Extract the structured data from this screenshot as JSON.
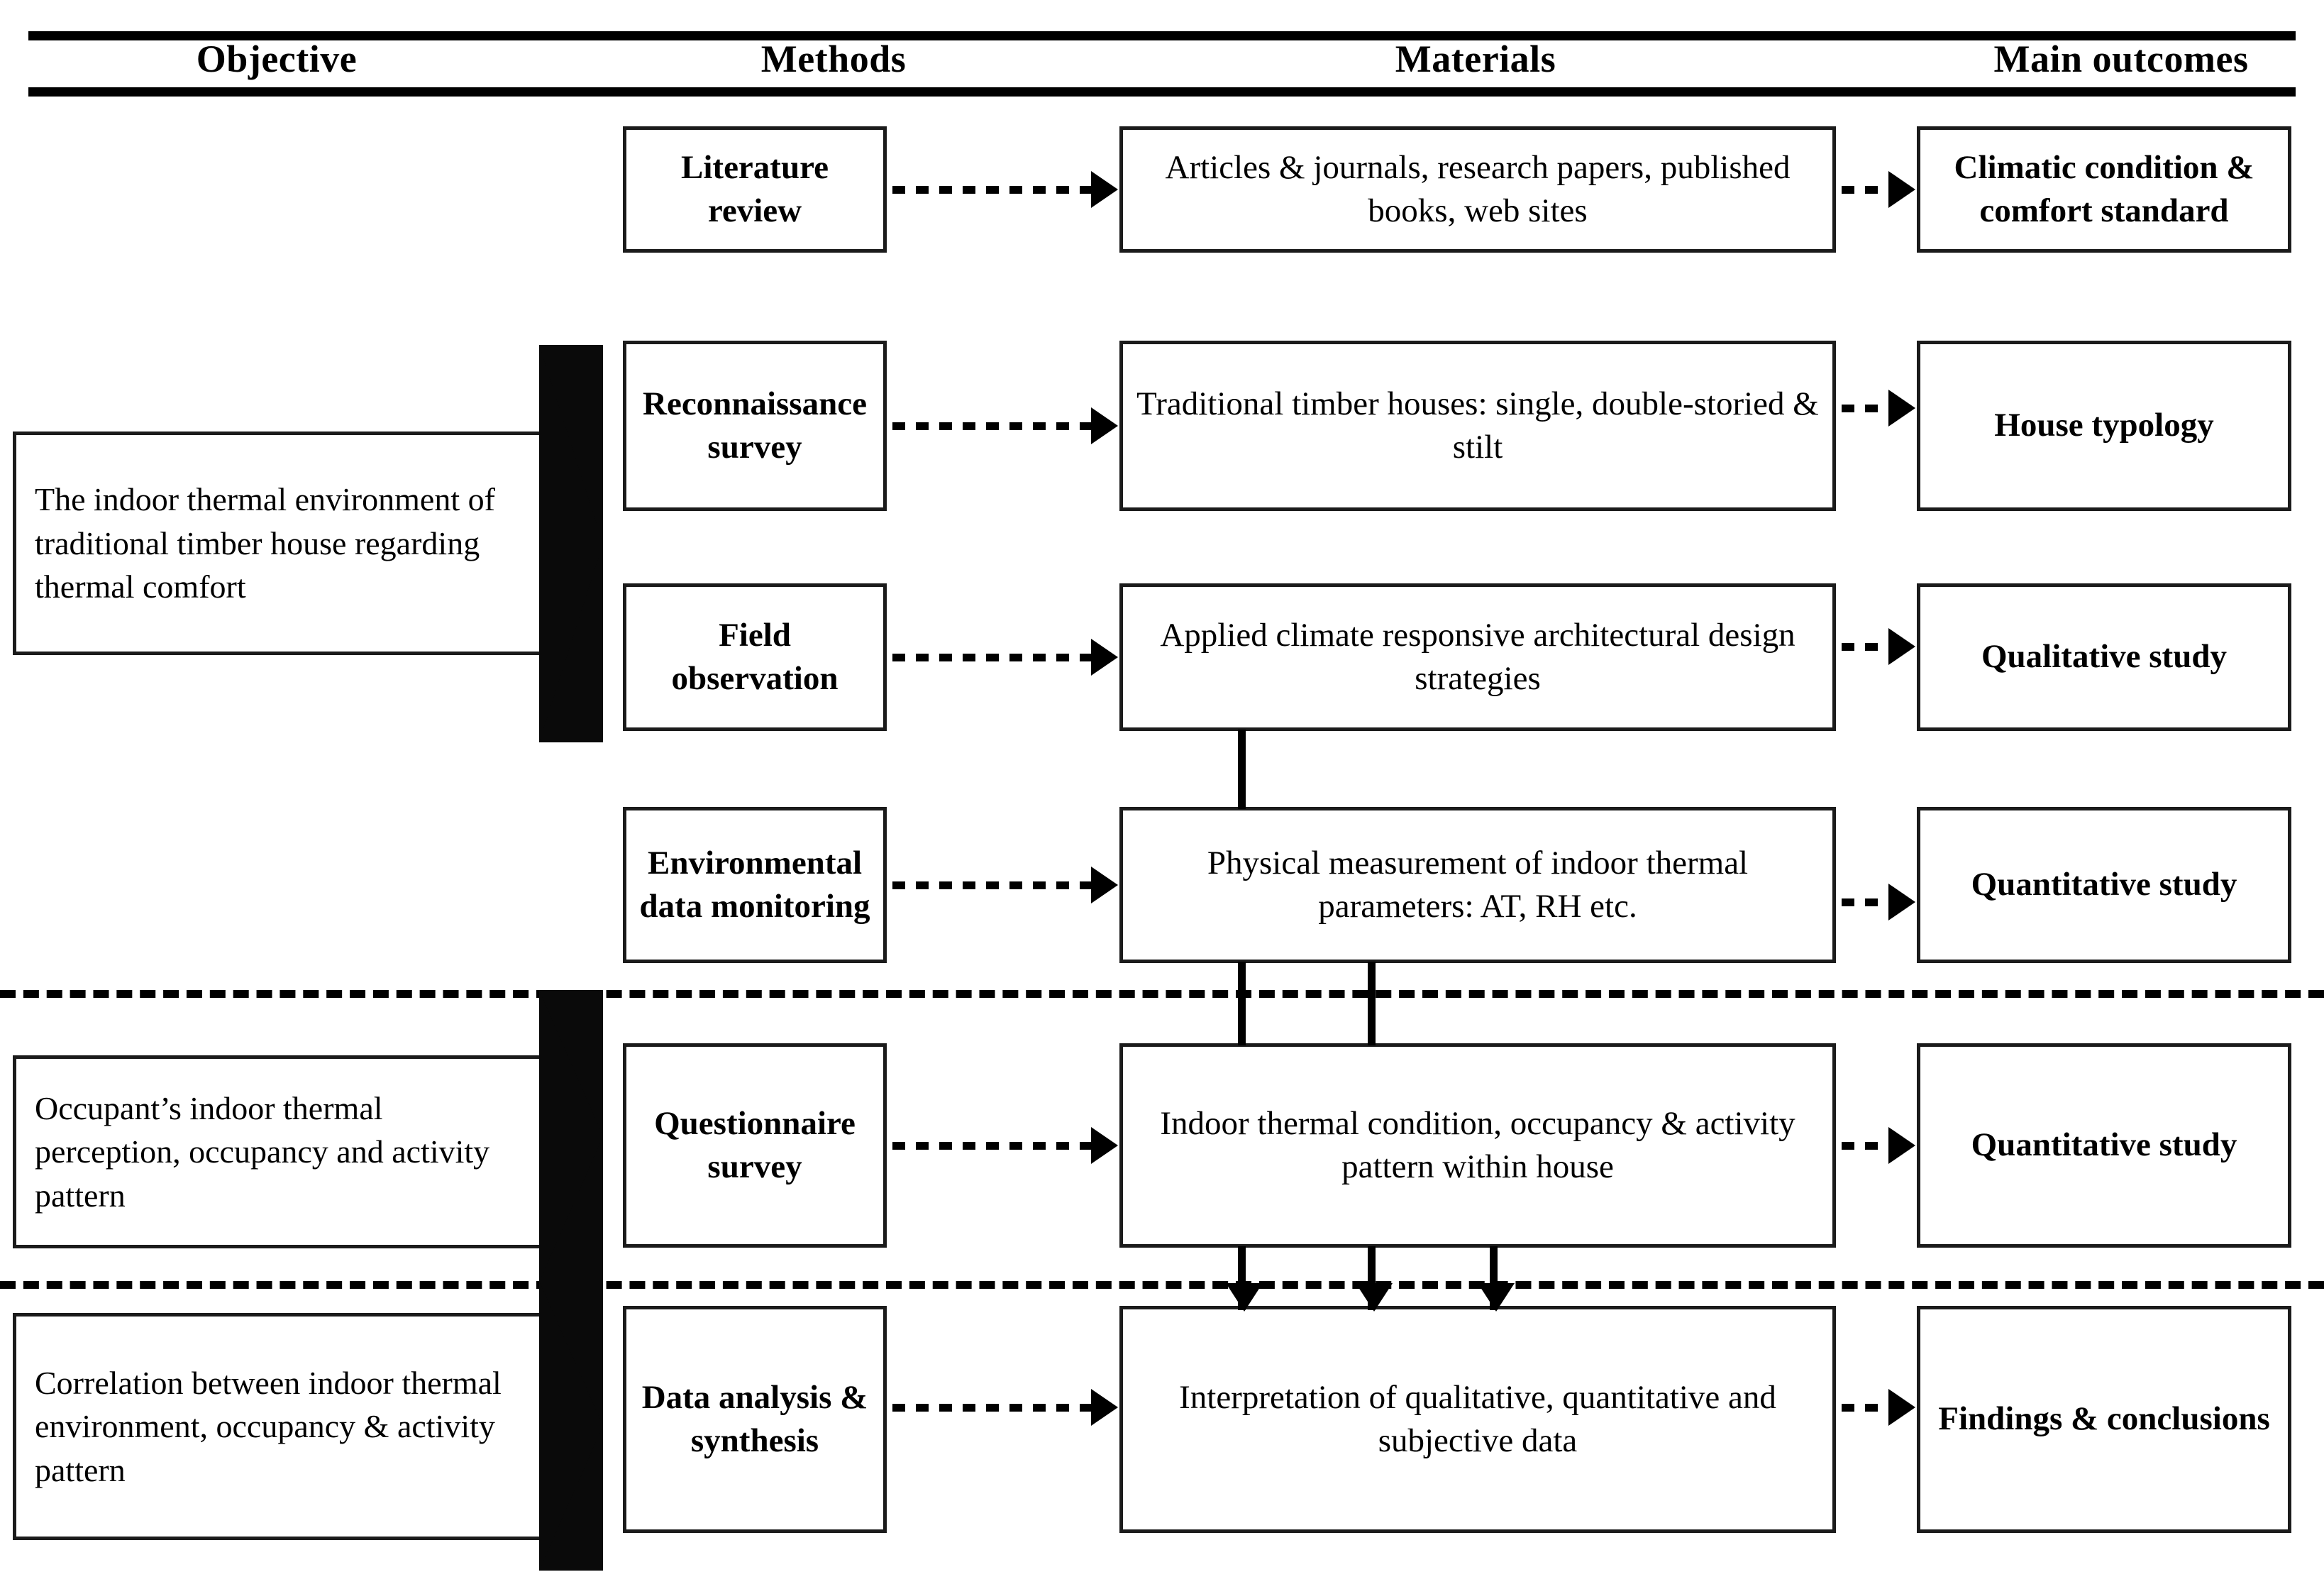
{
  "headers": [
    {
      "label": "Objective"
    },
    {
      "label": "Methods"
    },
    {
      "label": "Materials"
    },
    {
      "label": "Main outcomes"
    }
  ],
  "objectives": [
    {
      "id": "objective-1",
      "text": "The indoor thermal environment of traditional timber house regarding thermal comfort"
    },
    {
      "id": "objective-2",
      "text": "Occupant’s indoor thermal perception, occupancy and activity pattern"
    },
    {
      "id": "objective-3",
      "text": "Correlation between indoor thermal environment, occupancy & activity pattern"
    }
  ],
  "methods": [
    {
      "id": "method-literature-review",
      "label": "Literature review"
    },
    {
      "id": "method-reconnaissance-survey",
      "label": "Reconnaissance survey"
    },
    {
      "id": "method-field-observation",
      "label": "Field observation"
    },
    {
      "id": "method-environmental-data-monitoring",
      "label": "Environmental data monitoring"
    },
    {
      "id": "method-questionnaire-survey",
      "label": "Questionnaire survey"
    },
    {
      "id": "method-data-analysis-synthesis",
      "label": "Data analysis & synthesis"
    }
  ],
  "materials": [
    {
      "id": "material-literature-sources",
      "label": "Articles & journals, research papers, published books, web sites"
    },
    {
      "id": "material-timber-houses",
      "label": "Traditional timber houses: single, double-storied & stilt"
    },
    {
      "id": "material-design-strategies",
      "label": "Applied climate responsive architectural design strategies"
    },
    {
      "id": "material-physical-measurement",
      "label": "Physical measurement of indoor thermal parameters: AT, RH etc."
    },
    {
      "id": "material-indoor-thermal-condition",
      "label": "Indoor thermal condition, occupancy & activity pattern within house"
    },
    {
      "id": "material-interpretation",
      "label": "Interpretation of qualitative, quantitative and subjective data"
    }
  ],
  "outcomes": [
    {
      "id": "outcome-climatic-condition",
      "label": "Climatic condition & comfort standard"
    },
    {
      "id": "outcome-house-typology",
      "label": "House typology"
    },
    {
      "id": "outcome-qualitative-study",
      "label": "Qualitative study"
    },
    {
      "id": "outcome-quantitative-study-1",
      "label": "Quantitative study"
    },
    {
      "id": "outcome-quantitative-study-2",
      "label": "Quantitative study"
    },
    {
      "id": "outcome-findings-conclusions",
      "label": "Findings & conclusions"
    }
  ],
  "colors": {
    "ink": "#000000",
    "box_border": "#1b1b1b",
    "background": "#ffffff"
  }
}
